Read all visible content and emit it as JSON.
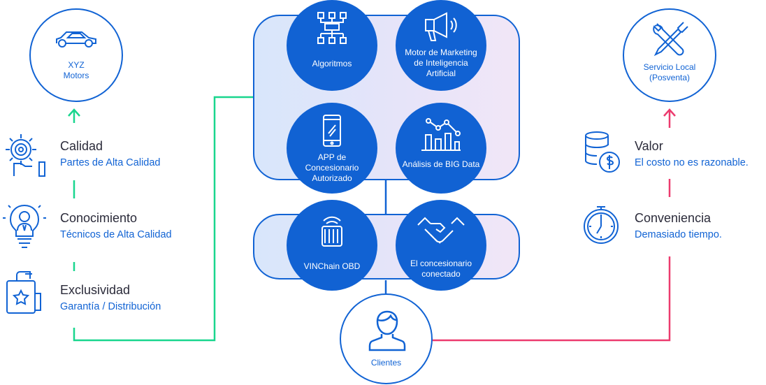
{
  "colors": {
    "blue": "#1162d3",
    "green": "#19d68e",
    "pink": "#ec3b6e",
    "text": "#2b2b3a"
  },
  "left_hub": {
    "title": "XYZ",
    "subtitle": "Motors",
    "icon": "car-icon"
  },
  "right_hub": {
    "title": "Servicio Local",
    "subtitle": "(Posventa)",
    "icon": "tools-icon"
  },
  "bottom_hub": {
    "label": "Clientes",
    "icon": "person-icon"
  },
  "top_panel": [
    {
      "label": "Algoritmos",
      "icon": "flowchart-icon"
    },
    {
      "label": "Motor de Marketing de Inteligencia Artificial",
      "icon": "megaphone-icon"
    },
    {
      "label": "APP de Concesionario Autorizado",
      "icon": "smartphone-icon"
    },
    {
      "label": "Análisis de BIG Data",
      "icon": "bar-chart-icon"
    }
  ],
  "bottom_panel": [
    {
      "label": "VINChain OBD",
      "icon": "obd-device-icon"
    },
    {
      "label": "El concesionario conectado",
      "icon": "handshake-icon"
    }
  ],
  "left_features": [
    {
      "title": "Calidad",
      "subtitle": "Partes de Alta Calidad",
      "icon": "gear-quality-icon"
    },
    {
      "title": "Conocimiento",
      "subtitle": "Técnicos de Alta Calidad",
      "icon": "expert-bulb-icon"
    },
    {
      "title": "Exclusividad",
      "subtitle": "Garantía / Distribución",
      "icon": "badge-star-icon"
    }
  ],
  "right_features": [
    {
      "title": "Valor",
      "subtitle": "El costo no es razonable.",
      "icon": "coins-dollar-icon"
    },
    {
      "title": "Conveniencia",
      "subtitle": "Demasiado tiempo.",
      "icon": "clock-icon"
    }
  ]
}
